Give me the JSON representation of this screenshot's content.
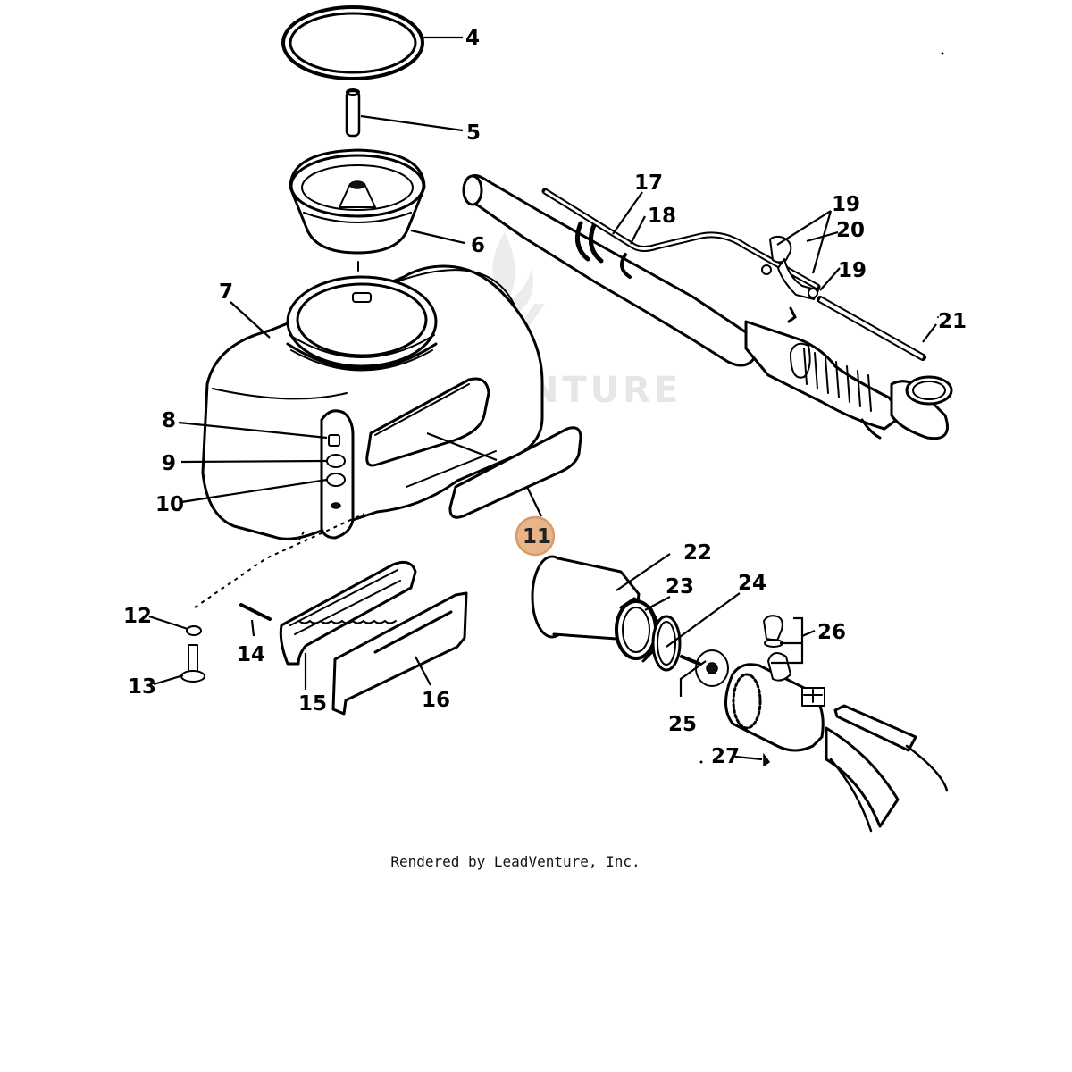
{
  "diagram": {
    "watermark_text": "LEADVENTURE",
    "credit": "Rendered by LeadVenture, Inc.",
    "highlight_color": "#d99a64",
    "callouts": {
      "c4": "4",
      "c5": "5",
      "c6": "6",
      "c7": "7",
      "c8": "8",
      "c9": "9",
      "c10": "10",
      "c11": "11",
      "c12": "12",
      "c13": "13",
      "c14": "14",
      "c15": "15",
      "c16": "16",
      "c17": "17",
      "c18": "18",
      "c19a": "19",
      "c19b": "19",
      "c20": "20",
      "c21": "21",
      "c22": "22",
      "c23": "23",
      "c24": "24",
      "c25": "25",
      "c26": "26",
      "c27": "27"
    },
    "highlighted_callout": "11"
  }
}
